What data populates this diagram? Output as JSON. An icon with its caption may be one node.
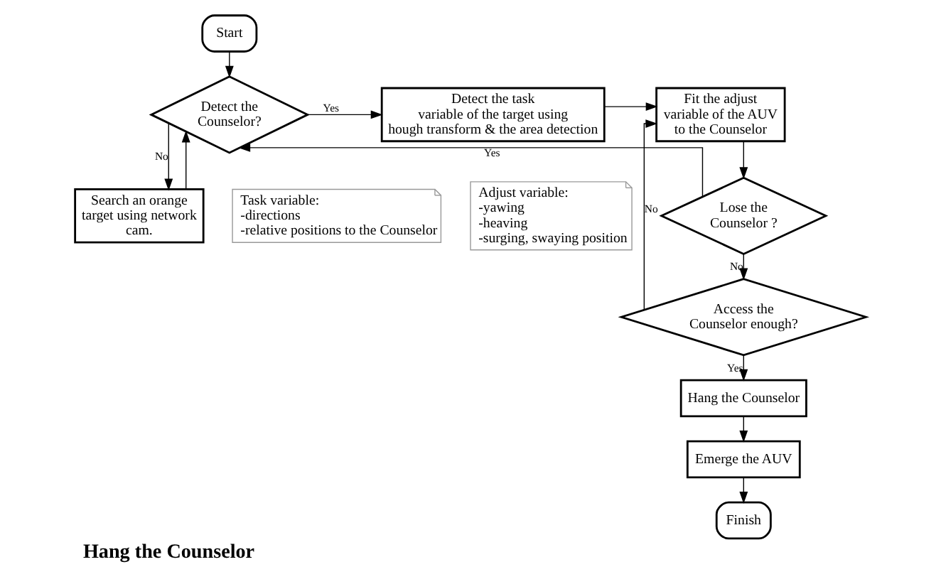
{
  "diagram": {
    "caption": "Hang the Counselor",
    "nodes": [
      {
        "text": [
          "Start"
        ]
      },
      {
        "text": [
          "Detect the Counselor?"
        ]
      },
      {
        "text": [
          "Detect the task variable of the target using hough transform & the area detection"
        ]
      },
      {
        "text": [
          "Search an orange target using network cam."
        ]
      },
      {
        "text": [
          "Fit the adjust variable of the AUV to the Counselor"
        ]
      },
      {
        "text": [
          "Lose the Counselor ?"
        ]
      },
      {
        "text": [
          "Access the Counselor enough?"
        ]
      },
      {
        "text": [
          "Hang the Counselor"
        ]
      },
      {
        "text": [
          "Emerge the AUV"
        ]
      },
      {
        "text": [
          "Finish"
        ]
      },
      {
        "text": [
          "Task variable:",
          "-directions",
          "-relative positions to the Counselor"
        ]
      },
      {
        "text": [
          "Adjust variable:",
          "-yawing",
          "-heaving",
          "-surging, swaying position"
        ]
      }
    ],
    "edges": [
      {
        "from": 0,
        "to": 1,
        "arrow": "to"
      },
      {
        "from": 1,
        "to": 2,
        "label": "Yes",
        "arrow": "to"
      },
      {
        "from": 1,
        "to": 3,
        "label": "No",
        "arrow": "to"
      },
      {
        "from": 3,
        "to": 1,
        "arrow": "to"
      },
      {
        "from": 2,
        "to": 4,
        "arrow": "to"
      },
      {
        "from": 4,
        "to": 5,
        "arrow": "to"
      },
      {
        "from": 5,
        "to": 1,
        "label": "Yes",
        "arrow": "to"
      },
      {
        "from": 5,
        "to": 6,
        "label": "No",
        "arrow": "to"
      },
      {
        "from": 6,
        "to": 4,
        "label": "No",
        "arrow": "to"
      },
      {
        "from": 6,
        "to": 7,
        "label": "Yes",
        "arrow": "to"
      },
      {
        "from": 7,
        "to": 8,
        "arrow": "to"
      },
      {
        "from": 8,
        "to": 9,
        "arrow": "to"
      }
    ]
  }
}
